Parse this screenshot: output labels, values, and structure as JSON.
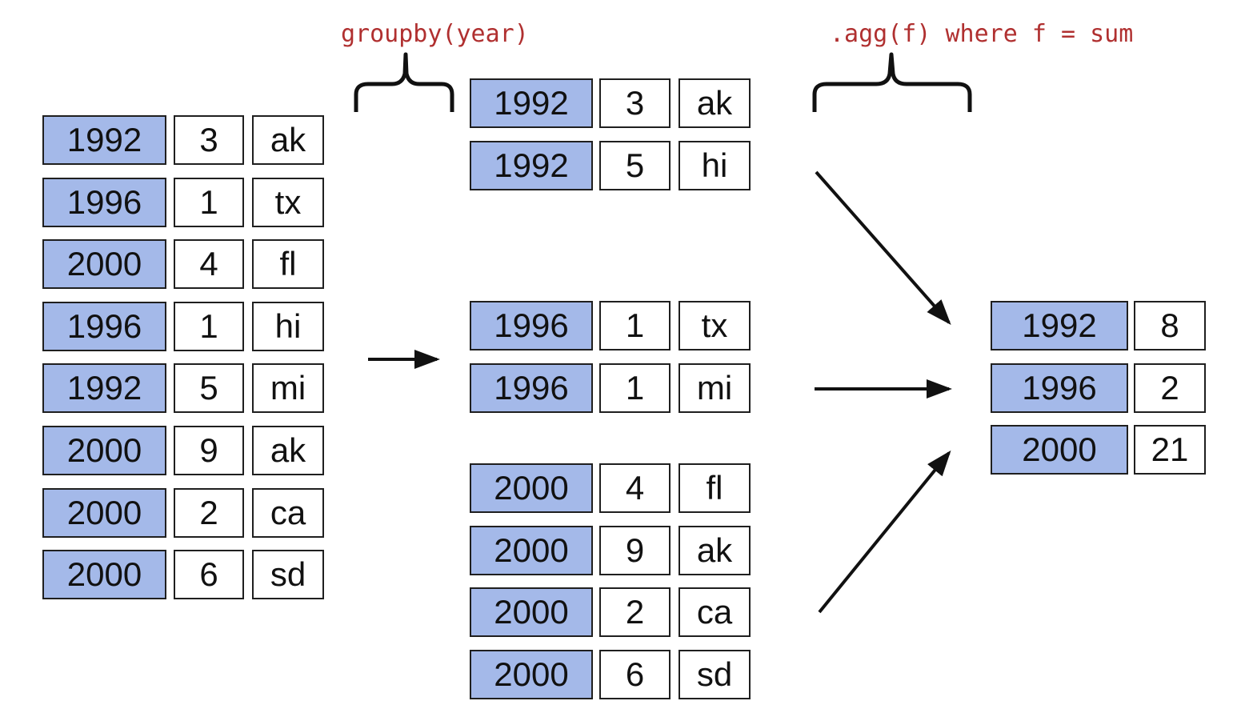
{
  "labels": {
    "groupby": "groupby(year)",
    "agg": ".agg(f) where f = sum"
  },
  "colors": {
    "key_fill": "#a4b9e9",
    "label_text": "#b03030",
    "stroke": "#111111"
  },
  "original_table": [
    {
      "year": "1992",
      "n": "3",
      "state": "ak"
    },
    {
      "year": "1996",
      "n": "1",
      "state": "tx"
    },
    {
      "year": "2000",
      "n": "4",
      "state": "fl"
    },
    {
      "year": "1996",
      "n": "1",
      "state": "hi"
    },
    {
      "year": "1992",
      "n": "5",
      "state": "mi"
    },
    {
      "year": "2000",
      "n": "9",
      "state": "ak"
    },
    {
      "year": "2000",
      "n": "2",
      "state": "ca"
    },
    {
      "year": "2000",
      "n": "6",
      "state": "sd"
    }
  ],
  "groups": [
    {
      "rows": [
        {
          "year": "1992",
          "n": "3",
          "state": "ak"
        },
        {
          "year": "1992",
          "n": "5",
          "state": "hi"
        }
      ]
    },
    {
      "rows": [
        {
          "year": "1996",
          "n": "1",
          "state": "tx"
        },
        {
          "year": "1996",
          "n": "1",
          "state": "mi"
        }
      ]
    },
    {
      "rows": [
        {
          "year": "2000",
          "n": "4",
          "state": "fl"
        },
        {
          "year": "2000",
          "n": "9",
          "state": "ak"
        },
        {
          "year": "2000",
          "n": "2",
          "state": "ca"
        },
        {
          "year": "2000",
          "n": "6",
          "state": "sd"
        }
      ]
    }
  ],
  "result_table": [
    {
      "year": "1992",
      "total": "8"
    },
    {
      "year": "1996",
      "total": "2"
    },
    {
      "year": "2000",
      "total": "21"
    }
  ]
}
